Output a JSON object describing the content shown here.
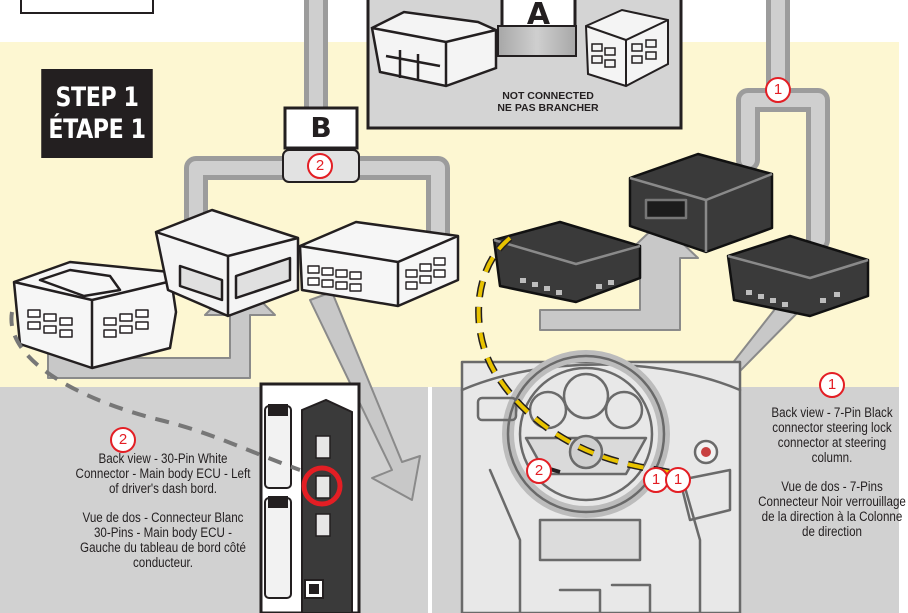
{
  "step": {
    "line1": "STEP 1",
    "line2": "ÉTAPE 1"
  },
  "labels": {
    "a": "A",
    "b": "B",
    "not_connected_en": "NOT CONNECTED",
    "not_connected_fr": "NE PAS BRANCHER"
  },
  "markers": {
    "one": "1",
    "two": "2"
  },
  "callout_left": {
    "marker": "2",
    "en": "Back view - 30-Pin White Connector - Main body ECU - Left of driver's dash bord.",
    "fr": "Vue de dos - Connecteur Blanc 30-Pins - Main body ECU - Gauche du tableau de bord côté conducteur."
  },
  "callout_right": {
    "marker": "1",
    "en_prefix": "Back view - 7-Pin",
    "en_rest": "Black connector steering lock connector at steering column.",
    "fr": "Vue de dos - 7-Pins Connecteur Noir verrouillage de la direction à la Colonne de direction"
  },
  "colors": {
    "accent_red": "#e31e24",
    "harness_grey": "#b9b9b9",
    "yellow_panel": "#fdf7d2",
    "grey_panel": "#d1d1d1",
    "dash_yellow": "#e8c300",
    "black_connector": "#3a3a3a"
  }
}
